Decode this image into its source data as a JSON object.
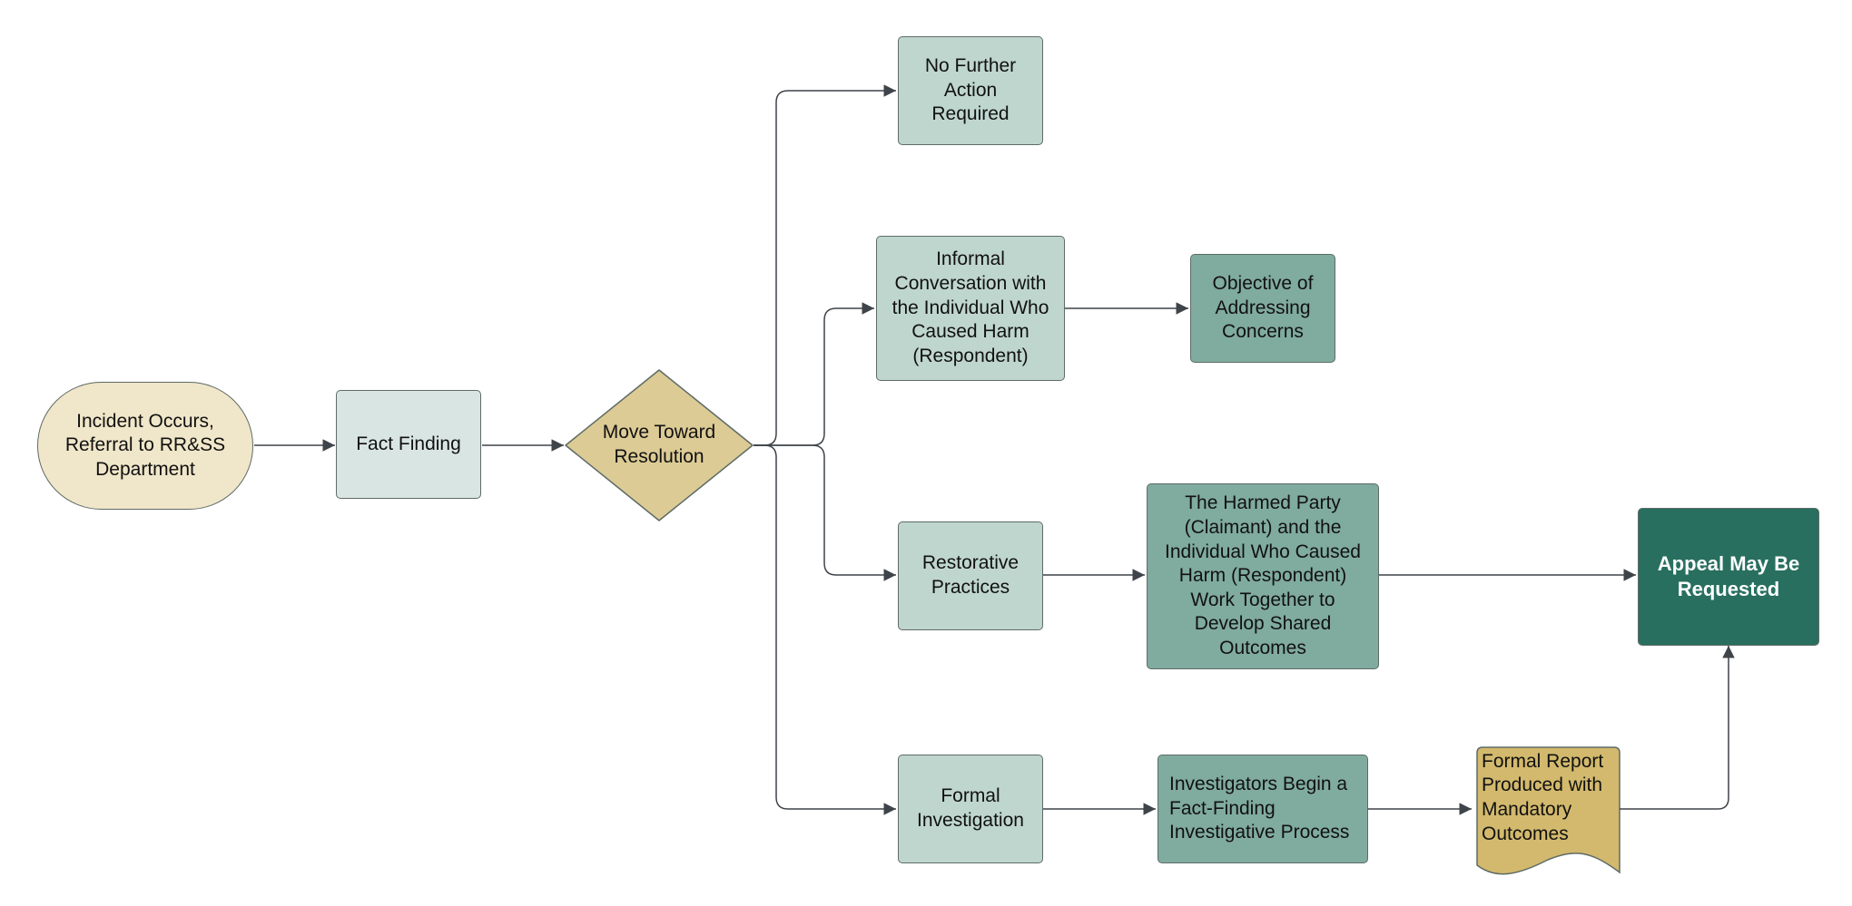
{
  "diagram": {
    "nodes": {
      "incident": "Incident Occurs,\nReferral to RR&SS\nDepartment",
      "fact_finding": "Fact Finding",
      "decision": "Move Toward\nResolution",
      "no_further_action": "No Further\nAction\nRequired",
      "informal_conversation": "Informal\nConversation with\nthe Individual Who\nCaused Harm\n(Respondent)",
      "objective": "Objective of\nAddressing\nConcerns",
      "restorative_practices": "Restorative\nPractices",
      "shared_outcomes": "The Harmed Party\n(Claimant) and the\nIndividual Who Caused\nHarm (Respondent)\nWork Together to\nDevelop Shared\nOutcomes",
      "appeal": "Appeal May Be\nRequested",
      "formal_investigation": "Formal\nInvestigation",
      "investigators": "Investigators Begin a\nFact-Finding\nInvestigative Process",
      "formal_report": "Formal Report\nProduced with\nMandatory\nOutcomes"
    },
    "colors": {
      "start": "#f0e6c9",
      "light": "#d9e5e2",
      "mint": "#bfd6cf",
      "teal": "#80ab9f",
      "dark": "#286f5f",
      "gold": "#dccb95",
      "document": "#d3b96d",
      "connector": "#3f444a"
    }
  }
}
